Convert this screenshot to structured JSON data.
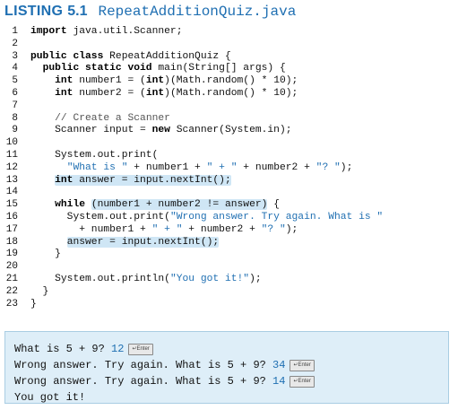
{
  "listing": {
    "label": "LISTING",
    "number": "5.1",
    "filename": "RepeatAdditionQuiz.java"
  },
  "code_lines": [
    {
      "n": "1",
      "html": "<span class=\"kw\">import</span> java.util.Scanner;"
    },
    {
      "n": "2",
      "html": ""
    },
    {
      "n": "3",
      "html": "<span class=\"kw\">public class</span> RepeatAdditionQuiz {"
    },
    {
      "n": "4",
      "html": "  <span class=\"kw\">public static void</span> main(String[] args) {"
    },
    {
      "n": "5",
      "html": "    <span class=\"kw\">int</span> number1 = (<span class=\"kw\">int</span>)(Math.random() * 10);"
    },
    {
      "n": "6",
      "html": "    <span class=\"kw\">int</span> number2 = (<span class=\"kw\">int</span>)(Math.random() * 10);"
    },
    {
      "n": "7",
      "html": ""
    },
    {
      "n": "8",
      "html": "    <span class=\"cm\">// Create a Scanner</span>"
    },
    {
      "n": "9",
      "html": "    Scanner input = <span class=\"kw\">new</span> Scanner(System.in);"
    },
    {
      "n": "10",
      "html": ""
    },
    {
      "n": "11",
      "html": "    System.out.print("
    },
    {
      "n": "12",
      "html": "      <span class=\"str\">\"What is \"</span> + number1 + <span class=\"str\">\" + \"</span> + number2 + <span class=\"str\">\"? \"</span>);"
    },
    {
      "n": "13",
      "html": "    <span class=\"hl\"><span class=\"kw\">int</span> answer = input.nextInt();</span>"
    },
    {
      "n": "14",
      "html": ""
    },
    {
      "n": "15",
      "html": "    <span class=\"kw\">while</span> <span class=\"hl\">(number1 + number2 != answer)</span> {"
    },
    {
      "n": "16",
      "html": "      System.out.print(<span class=\"str\">\"Wrong answer. Try again. What is \"</span>"
    },
    {
      "n": "17",
      "html": "        + number1 + <span class=\"str\">\" + \"</span> + number2 + <span class=\"str\">\"? \"</span>);"
    },
    {
      "n": "18",
      "html": "      <span class=\"hl\">answer = input.nextInt();</span>"
    },
    {
      "n": "19",
      "html": "    }"
    },
    {
      "n": "20",
      "html": ""
    },
    {
      "n": "21",
      "html": "    System.out.println(<span class=\"str\">\"You got it!\"</span>);"
    },
    {
      "n": "22",
      "html": "  }"
    },
    {
      "n": "23",
      "html": "}"
    }
  ],
  "output": {
    "lines": [
      {
        "prompt": "What is 5 + 9? ",
        "input": "12",
        "enter": "Enter"
      },
      {
        "prompt": "Wrong answer. Try again. What is 5 + 9? ",
        "input": "34",
        "enter": "Enter"
      },
      {
        "prompt": "Wrong answer. Try again. What is 5 + 9? ",
        "input": "14",
        "enter": "Enter"
      },
      {
        "prompt": "You got it!",
        "input": "",
        "enter": ""
      }
    ]
  },
  "colors": {
    "accent": "#1f6fb2",
    "highlight": "#cfe6f5",
    "output_bg": "#deeef8"
  }
}
